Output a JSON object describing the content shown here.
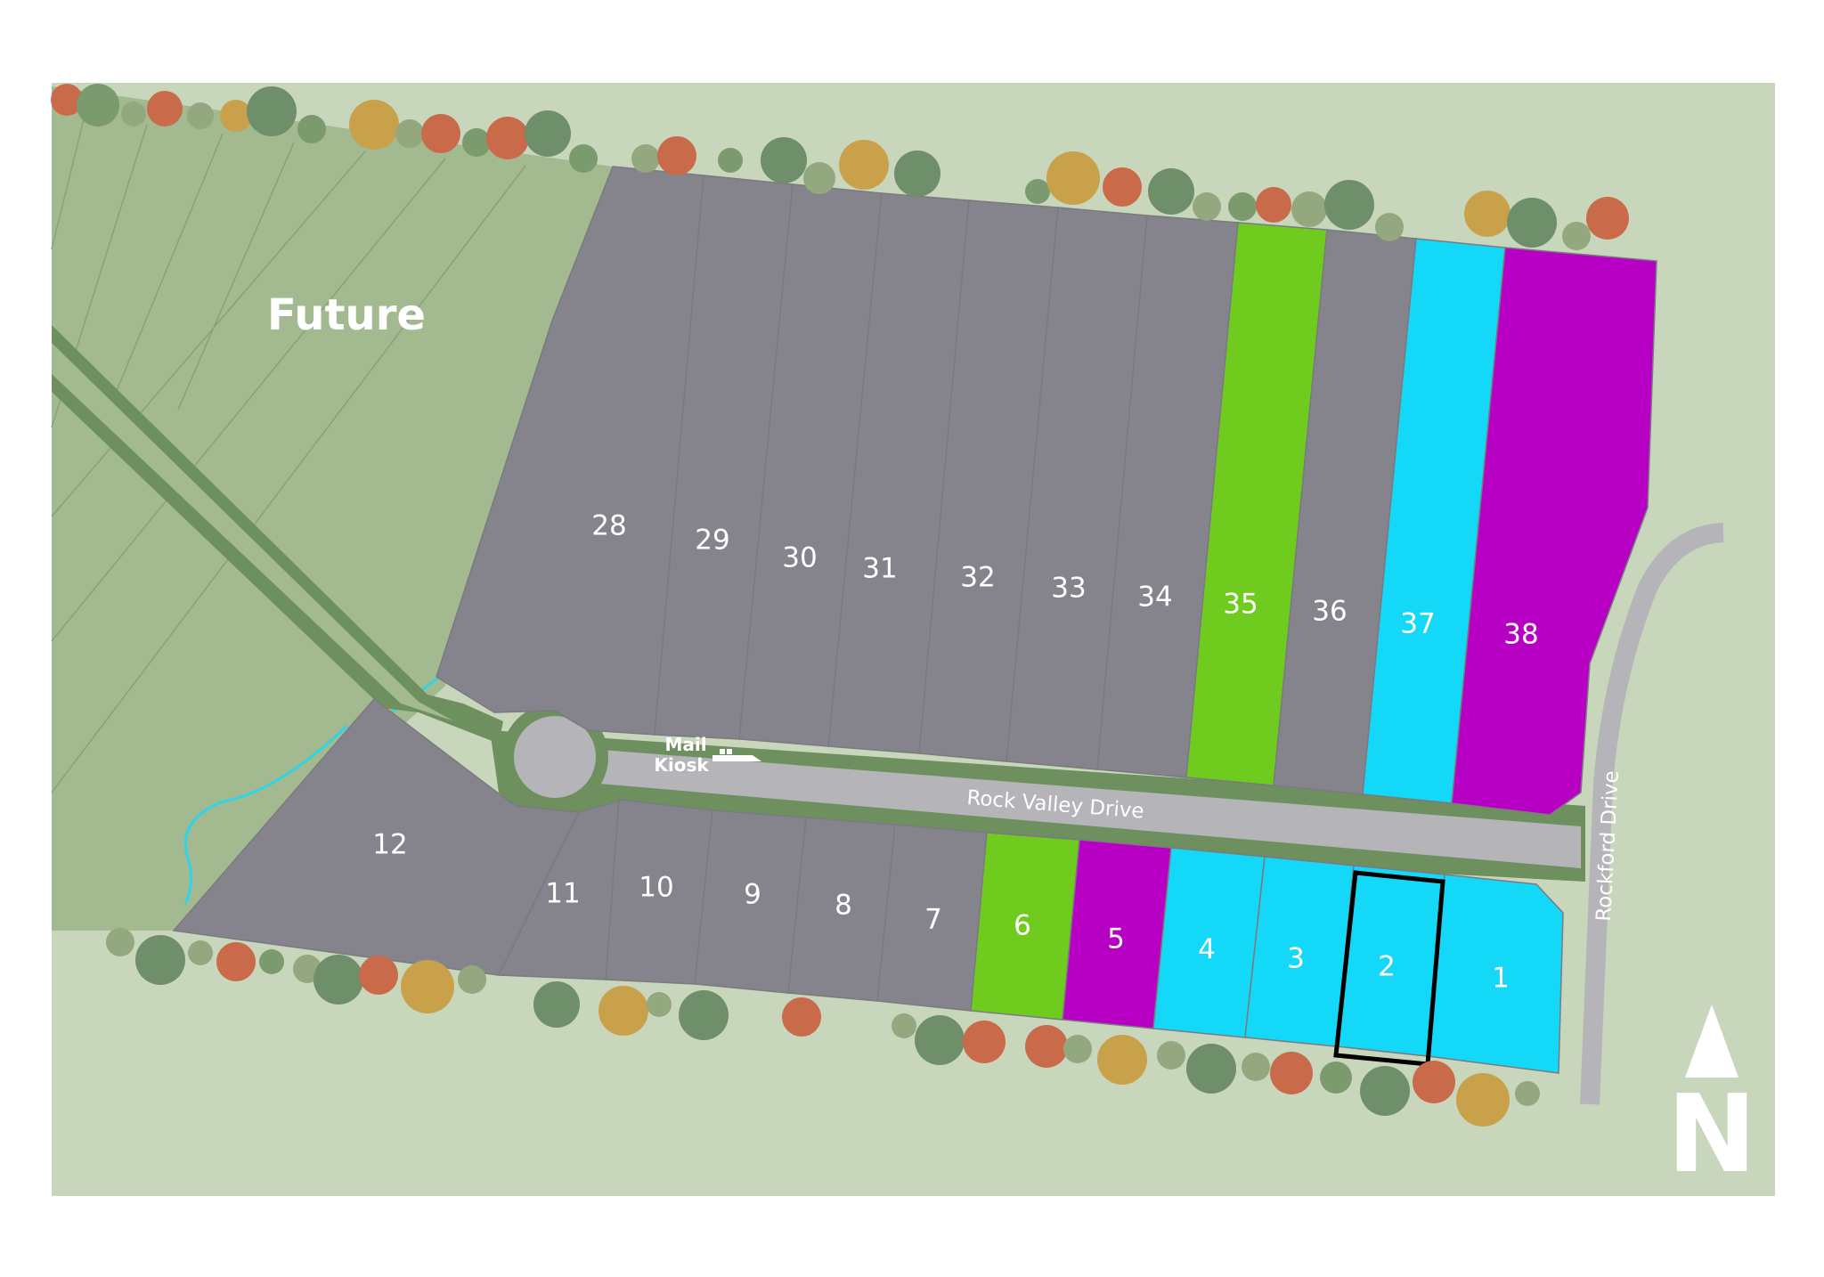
{
  "map": {
    "future_label": "Future",
    "mail_kiosk_line1": "Mail",
    "mail_kiosk_line2": "Kiosk",
    "streets": {
      "rock_valley": "Rock Valley Drive",
      "rockford": "Rockford Drive"
    },
    "north_label": "N",
    "selected_lot": "2",
    "colors": {
      "sold_gray": "#85838c",
      "green": "#6fcc1e",
      "magenta": "#b800c4",
      "cyan": "#14d8f7",
      "grass": "#a3b98f",
      "background": "#c8d6bb",
      "road": "#b4b4b9",
      "buffer": "#6e8f5e",
      "creek": "#2fd4e6"
    },
    "lots": {
      "l1": "1",
      "l2": "2",
      "l3": "3",
      "l4": "4",
      "l5": "5",
      "l6": "6",
      "l7": "7",
      "l8": "8",
      "l9": "9",
      "l10": "10",
      "l11": "11",
      "l12": "12",
      "l28": "28",
      "l29": "29",
      "l30": "30",
      "l31": "31",
      "l32": "32",
      "l33": "33",
      "l34": "34",
      "l35": "35",
      "l36": "36",
      "l37": "37",
      "l38": "38"
    }
  }
}
